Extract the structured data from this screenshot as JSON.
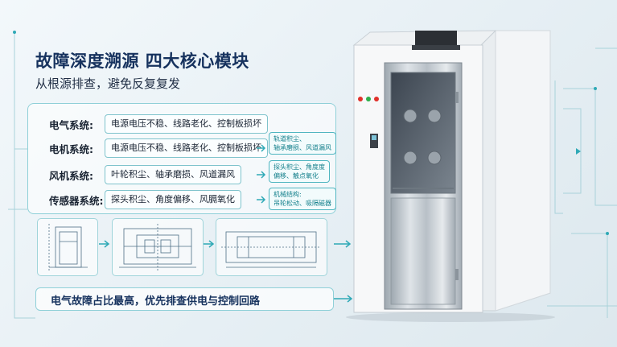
{
  "header": {
    "title": "故障深度溯源 四大核心模块",
    "subtitle": "从根源排查，避免反复复发"
  },
  "systems": [
    {
      "label": "电气系统:",
      "desc": "电源电压不稳、线路老化、控制板损坏"
    },
    {
      "label": "电机系统:",
      "desc": "电源电压不稳、线路老化、控制板损坏"
    },
    {
      "label": "风机系统:",
      "desc": "叶轮积尘、轴承磨损、风道漏风"
    },
    {
      "label": "传感器系统:",
      "desc": "探头积尘、角度偏移、风膈氧化"
    }
  ],
  "notes": [
    {
      "line1": "轨道积尘、",
      "line2": "轴承磨损、风道漏风"
    },
    {
      "line1": "探头积尘、角度度",
      "line2": "偏移、触点氧化"
    },
    {
      "line1": "机械结构:",
      "line2": "吊轮松动、吸隔磁器"
    }
  ],
  "conclusion": "电气故障占比最高，优先排查供电与控制回路",
  "colors": {
    "title": "#16325e",
    "accent": "#2fa9b6",
    "border": "#8fd0d8",
    "indicator_red": "#e0312b",
    "indicator_green": "#2cae4a"
  }
}
